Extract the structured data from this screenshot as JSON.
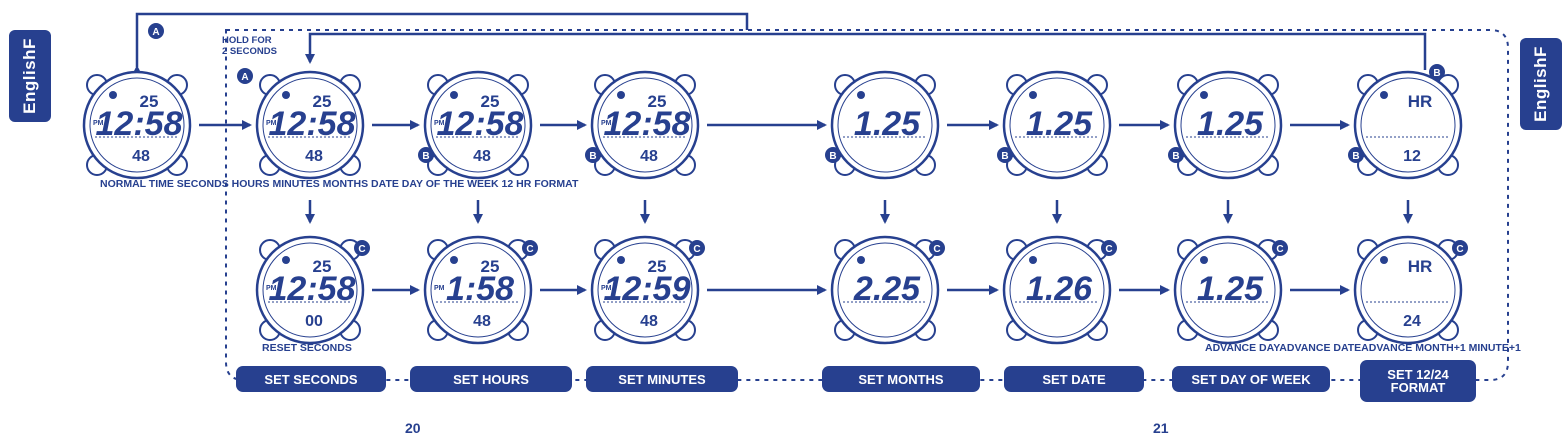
{
  "side_tabs": {
    "left": "EnglishF",
    "right": "EnglishF"
  },
  "hold_note": "HOLD FOR\n2 SECONDS",
  "buttons": {
    "a": "A",
    "b": "B",
    "c": "C"
  },
  "labels": {
    "top_row": "NORMAL TIME SECONDS HOURS MINUTES MONTHS DATE DAY OF THE WEEK 12 HR FORMAT",
    "reset_seconds": "RESET SECONDS",
    "advance": "ADVANCE DAYADVANCE DATEADVANCE MONTH+1 MINUTE+1"
  },
  "steps": [
    "SET SECONDS",
    "SET HOURS",
    "SET MINUTES",
    "SET MONTHS",
    "SET DATE",
    "SET DAY OF WEEK",
    "SET 12/24\nFORMAT"
  ],
  "page_numbers": {
    "left": "20",
    "right": "21"
  },
  "top_watches": [
    {
      "id": "normal-time",
      "small": "25",
      "main": "12:58",
      "sub": "48",
      "pm": true
    },
    {
      "id": "seconds",
      "small": "25",
      "main": "12:58",
      "sub": "48",
      "pm": true
    },
    {
      "id": "hours",
      "small": "25",
      "main": "12:58",
      "sub": "48",
      "pm": true
    },
    {
      "id": "minutes",
      "small": "25",
      "main": "12:58",
      "sub": "48",
      "pm": true
    },
    {
      "id": "months",
      "small": "",
      "main": "1.25",
      "sub": "",
      "pm": false
    },
    {
      "id": "date",
      "small": "",
      "main": "1.25",
      "sub": "",
      "pm": false
    },
    {
      "id": "day-of-week",
      "small": "",
      "main": "1.25",
      "sub": "",
      "pm": false
    },
    {
      "id": "hr-format",
      "small": "HR",
      "main": "",
      "sub": "12",
      "pm": false
    }
  ],
  "bottom_watches": [
    {
      "id": "set-seconds",
      "small": "25",
      "main": "12:58",
      "sub": "00",
      "pm": true
    },
    {
      "id": "set-hours",
      "small": "25",
      "main": "1:58",
      "sub": "48",
      "pm": true
    },
    {
      "id": "set-minutes",
      "small": "25",
      "main": "12:59",
      "sub": "48",
      "pm": true
    },
    {
      "id": "set-months",
      "small": "",
      "main": "2.25",
      "sub": "",
      "pm": false
    },
    {
      "id": "set-date",
      "small": "",
      "main": "1.26",
      "sub": "",
      "pm": false
    },
    {
      "id": "set-day-of-week",
      "small": "",
      "main": "1.25",
      "sub": "",
      "pm": false
    },
    {
      "id": "set-12-24-format",
      "small": "HR",
      "main": "",
      "sub": "24",
      "pm": false
    }
  ],
  "colors": {
    "ink": "#27408f",
    "background": "#ffffff"
  }
}
